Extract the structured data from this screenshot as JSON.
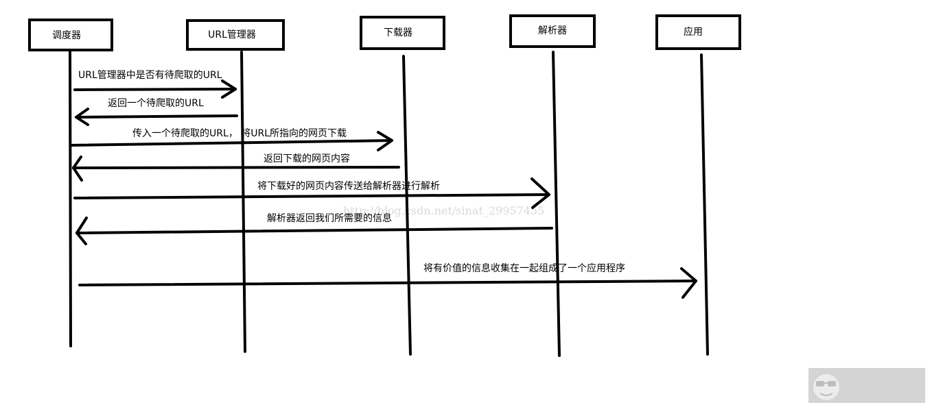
{
  "participants": [
    {
      "id": "scheduler",
      "label": "调度器"
    },
    {
      "id": "url-manager",
      "label": "URL管理器"
    },
    {
      "id": "downloader",
      "label": "下载器"
    },
    {
      "id": "parser",
      "label": "解析器"
    },
    {
      "id": "application",
      "label": "应用"
    }
  ],
  "messages": [
    {
      "from": "scheduler",
      "to": "url-manager",
      "label": "URL管理器中是否有待爬取的URL"
    },
    {
      "from": "url-manager",
      "to": "scheduler",
      "label": "返回一个待爬取的URL"
    },
    {
      "from": "scheduler",
      "to": "downloader",
      "label": "传入一个待爬取的URL，  将URL所指向的网页下载"
    },
    {
      "from": "downloader",
      "to": "scheduler",
      "label": "返回下载的网页内容"
    },
    {
      "from": "scheduler",
      "to": "parser",
      "label": "将下载好的网页内容传送给解析器进行解析"
    },
    {
      "from": "parser",
      "to": "scheduler",
      "label": "解析器返回我们所需要的信息"
    },
    {
      "from": "scheduler",
      "to": "application",
      "label": "将有价值的信息收集在一起组成了一个应用程序"
    }
  ],
  "watermark": "http://blog.csdn.net/sinat_29957455",
  "badge_icon": "sunglasses-face-icon"
}
